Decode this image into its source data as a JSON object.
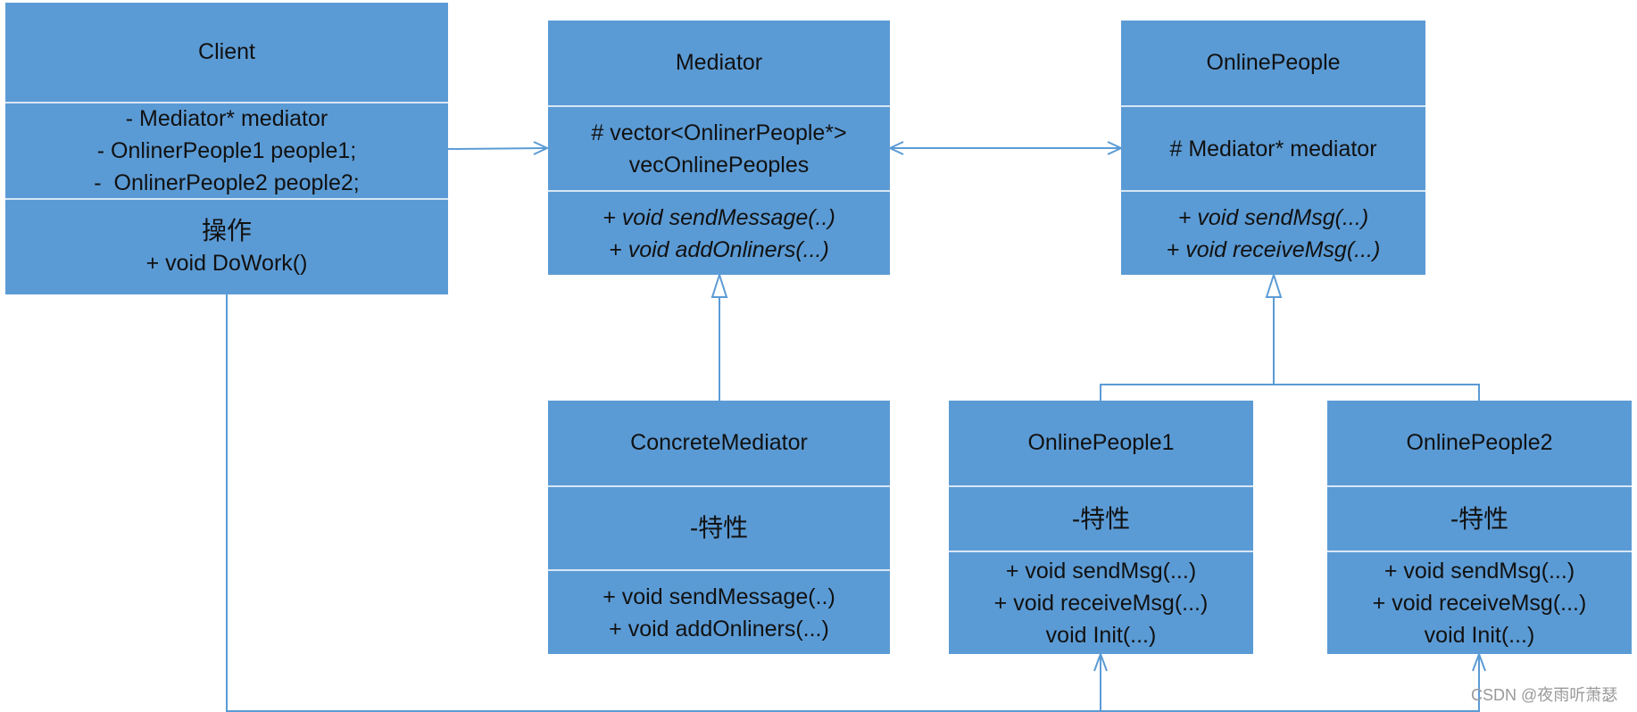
{
  "classes": {
    "client": {
      "name": "Client",
      "attributes": [
        "- Mediator* mediator",
        "- OnlinerPeople1 people1;",
        "-  OnlinerPeople2 people2;"
      ],
      "operations_header": "操作",
      "operations": [
        "+ void DoWork()"
      ]
    },
    "mediator": {
      "name": "Mediator",
      "attributes": [
        "# vector<OnlinerPeople*>",
        "vecOnlinePeoples"
      ],
      "operations": [
        "+ void sendMessage(..)",
        "+ void addOnliners(...)"
      ]
    },
    "online_people": {
      "name": "OnlinePeople",
      "attributes": [
        "# Mediator* mediator"
      ],
      "operations": [
        "+ void sendMsg(...)",
        "+ void receiveMsg(...)"
      ]
    },
    "concrete_mediator": {
      "name": "ConcreteMediator",
      "attributes": [
        "-特性"
      ],
      "operations": [
        "+ void sendMessage(..)",
        "+ void addOnliners(...)"
      ]
    },
    "online_people1": {
      "name": "OnlinePeople1",
      "attributes": [
        "-特性"
      ],
      "operations": [
        "+ void sendMsg(...)",
        "+ void receiveMsg(...)",
        "void Init(...)"
      ]
    },
    "online_people2": {
      "name": "OnlinePeople2",
      "attributes": [
        "-特性"
      ],
      "operations": [
        "+ void sendMsg(...)",
        "+ void receiveMsg(...)",
        "void Init(...)"
      ]
    }
  },
  "watermark": "CSDN @夜雨听萧瑟",
  "colors": {
    "box_fill": "#5b9bd5",
    "connector": "#5b9bd5",
    "divider": "#d8e6f4"
  }
}
